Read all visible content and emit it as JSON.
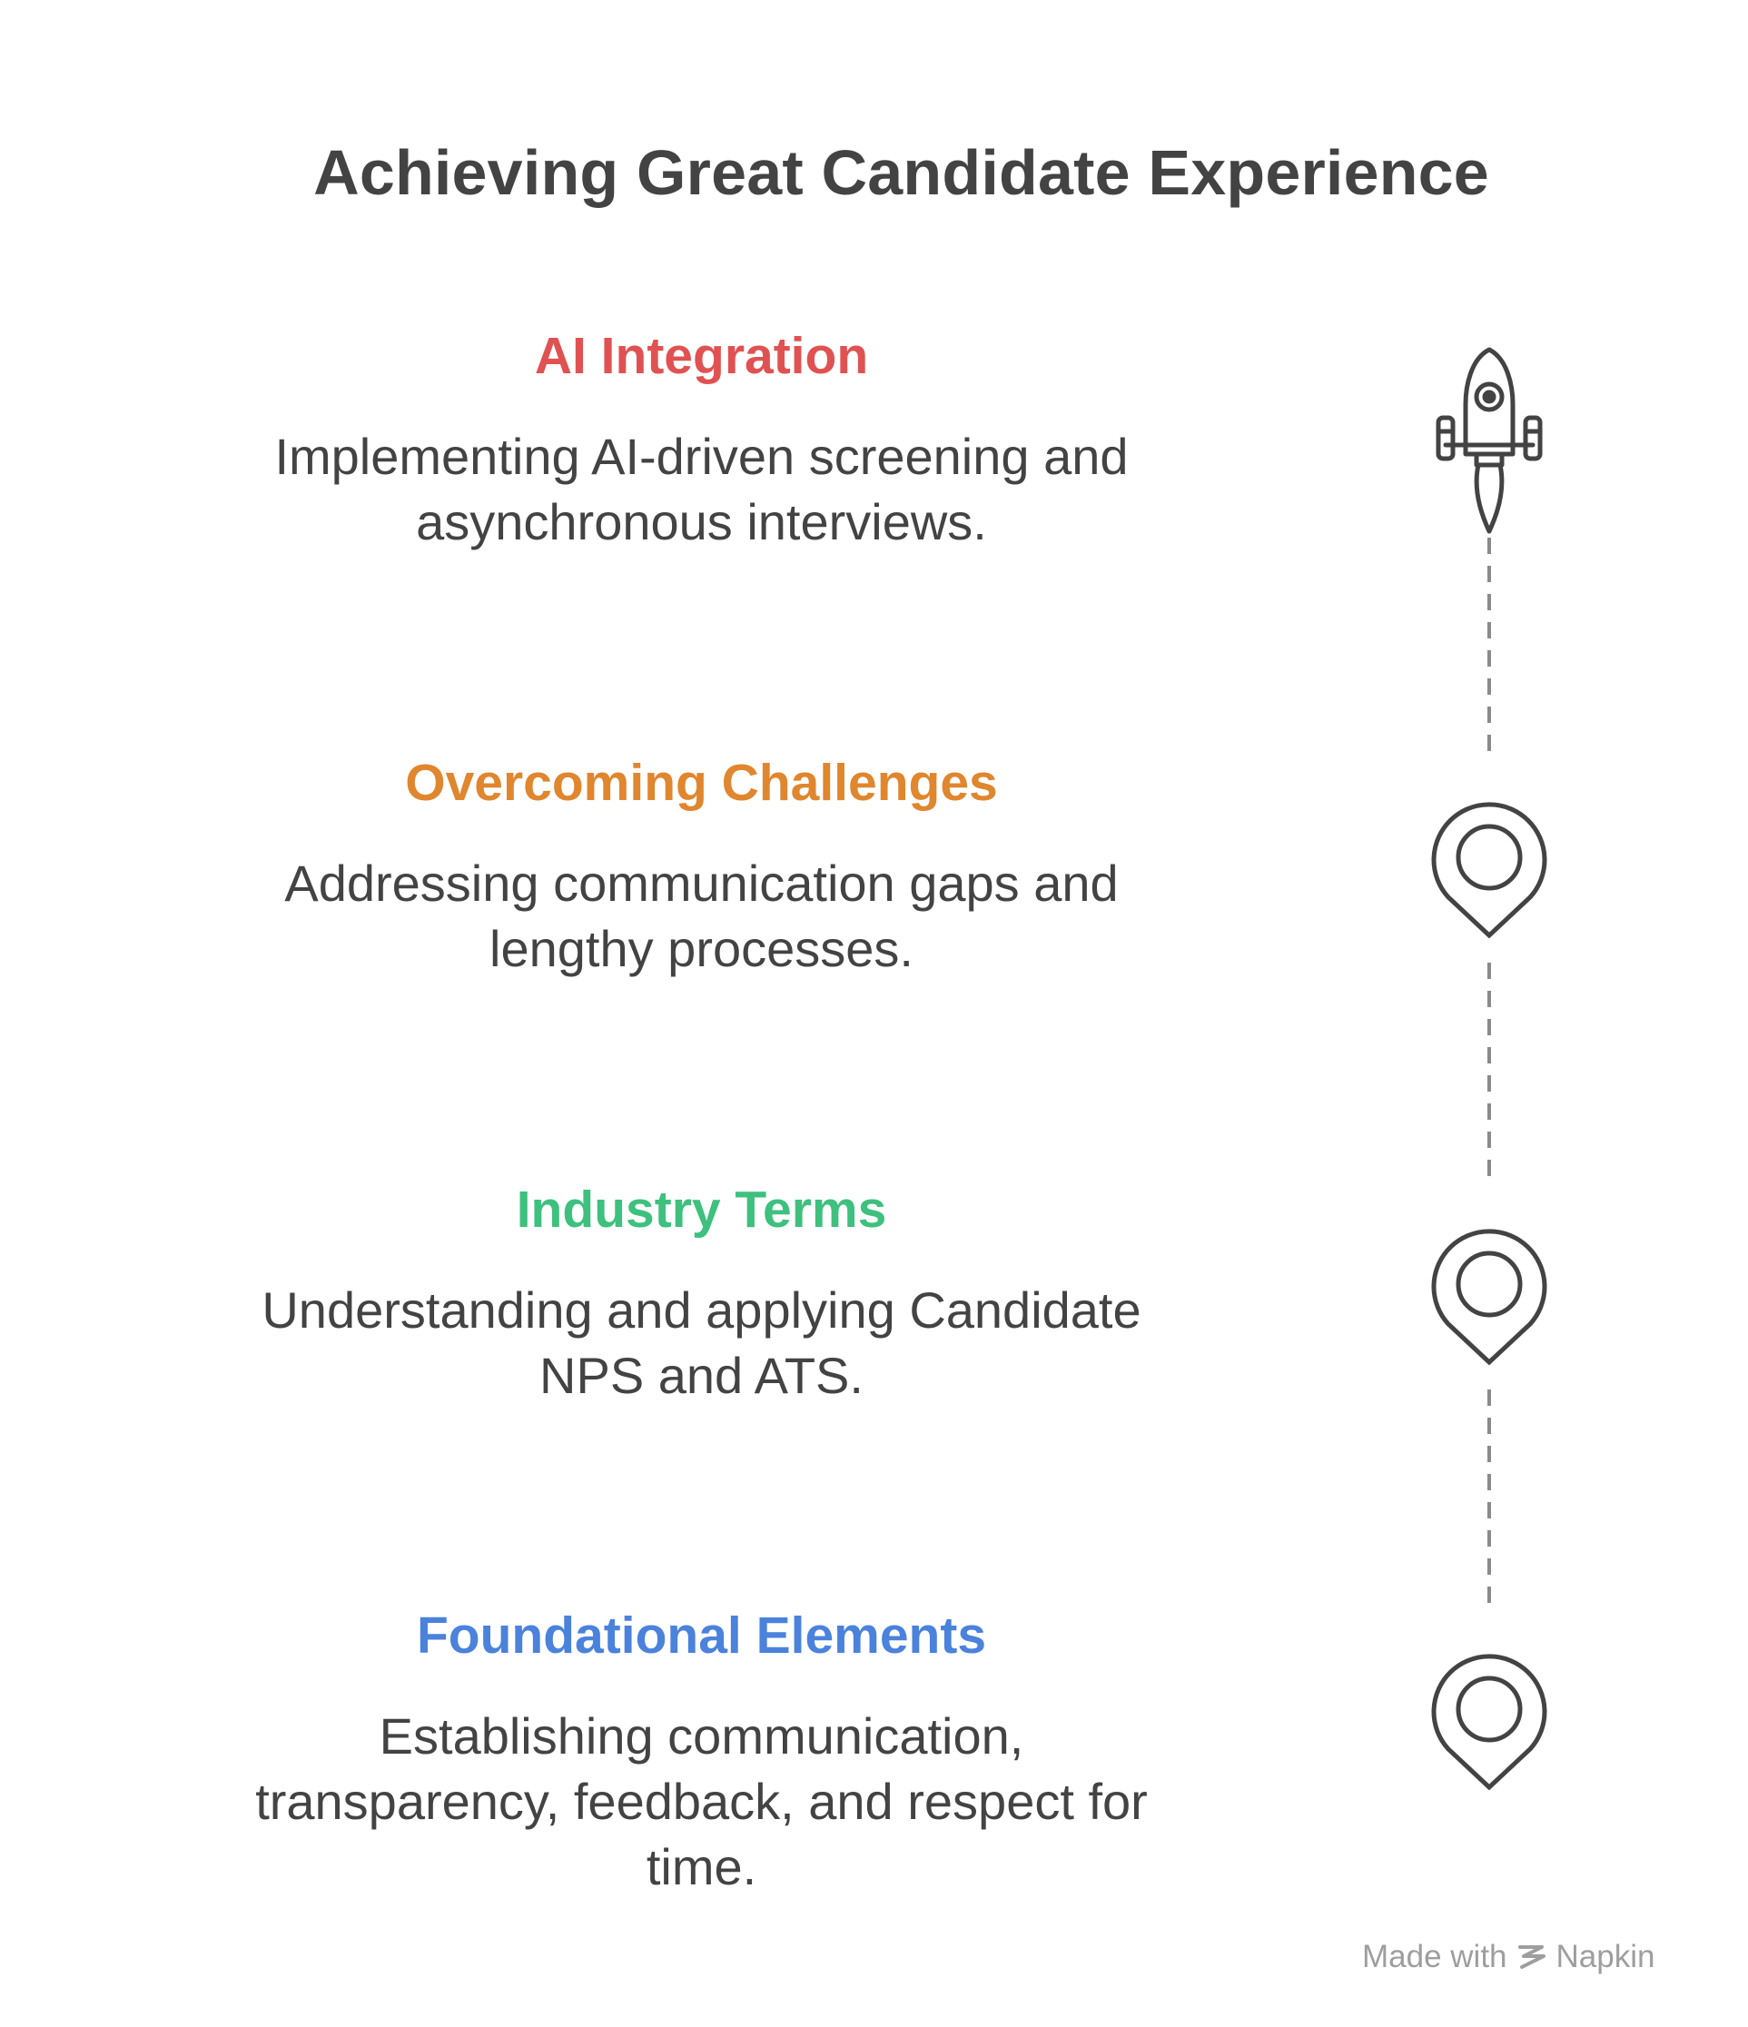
{
  "title": "Achieving Great Candidate Experience",
  "steps": [
    {
      "heading": "AI Integration",
      "color": "#e05252",
      "icon": "rocket-icon",
      "lines": [
        "Implementing AI-driven screening and",
        "asynchronous interviews."
      ]
    },
    {
      "heading": "Overcoming Challenges",
      "color": "#e0862e",
      "icon": "location-pin-icon",
      "lines": [
        "Addressing communication gaps and",
        "lengthy processes."
      ]
    },
    {
      "heading": "Industry Terms",
      "color": "#3ec07e",
      "icon": "location-pin-icon",
      "lines": [
        "Understanding and applying Candidate",
        "NPS and ATS."
      ]
    },
    {
      "heading": "Foundational Elements",
      "color": "#4a82dc",
      "icon": "location-pin-icon",
      "lines": [
        "Establishing communication,",
        "transparency, feedback, and respect for",
        "time."
      ]
    }
  ],
  "footer": {
    "made_with": "Made with",
    "brand": "Napkin"
  },
  "colors": {
    "text": "#434343",
    "icon_stroke": "#434343",
    "connector": "#8a8a8a",
    "footer": "#9e9e9e"
  }
}
